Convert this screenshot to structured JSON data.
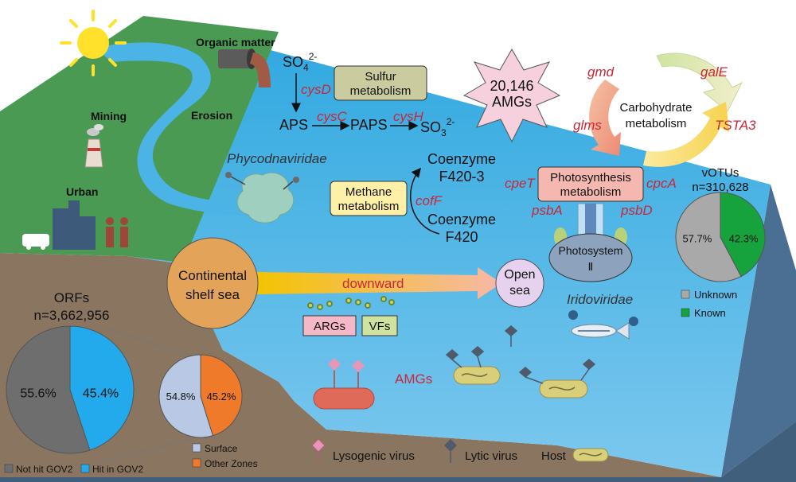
{
  "labels": {
    "organic_matter": "Organic matter",
    "erosion": "Erosion",
    "mining": "Mining",
    "urban": "Urban"
  },
  "sulfur": {
    "so4": "SO",
    "so4_sub": "4",
    "so4_sup": "2-",
    "cysD": "cysD",
    "aps": "APS",
    "cysC": "cysC",
    "paps": "PAPS",
    "cysH": "cysH",
    "so3": "SO",
    "so3_sub": "3",
    "so3_sup": "2-",
    "box_line1": "Sulfur",
    "box_line2": "metabolism"
  },
  "amgs_star": {
    "line1": "20,146",
    "line2": "AMGs"
  },
  "carbohydrate": {
    "line1": "Carbohydrate",
    "line2": "metabolism",
    "gmd": "gmd",
    "galE": "galE",
    "glms": "glms",
    "TSTA3": "TSTA3"
  },
  "phycodnaviridae": "Phycodnaviridae",
  "methane": {
    "box_line1": "Methane",
    "box_line2": "metabolism",
    "coenzyme_top1": "Coenzyme",
    "coenzyme_top2": "F420-3",
    "cofF": "cofF",
    "coenzyme_bot1": "Coenzyme",
    "coenzyme_bot2": "F420"
  },
  "photosynthesis": {
    "box_line1": "Photosynthesis",
    "box_line2": "metabolism",
    "cpeT": "cpeT",
    "cpcA": "cpcA",
    "psbA": "psbA",
    "psbD": "psbD",
    "ps_line1": "Photosystem",
    "ps_line2": "Ⅱ"
  },
  "vOTUs": {
    "title1": "vOTUs",
    "title2": "n=310,628",
    "legend": [
      "Unknown",
      "Known"
    ]
  },
  "transport": {
    "continental_line1": "Continental",
    "continental_line2": "shelf sea",
    "downward": "downward",
    "open_line1": "Open",
    "open_line2": "sea",
    "args": "ARGs",
    "vfs": "VFs"
  },
  "iridoviridae": "Iridoviridae",
  "amgs_label": "AMGs",
  "orfs": {
    "title1": "ORFs",
    "title2": "n=3,662,956",
    "legend": [
      "Not hit GOV2",
      "Hit in GOV2"
    ]
  },
  "zones": {
    "legend": [
      "Surface",
      "Other Zones"
    ]
  },
  "bottom_legend": {
    "lysogenic": "Lysogenic virus",
    "lytic": "Lytic virus",
    "host": "Host"
  },
  "colors": {
    "sea": "#4cb3e6",
    "land": "#4a9a54",
    "seafloor": "#8a7560",
    "gene_red": "#c8283a",
    "orfs_not_hit": "#6e6e6e",
    "orfs_hit": "#22aaec",
    "zones_surface": "#b9c8e4",
    "zones_other": "#ef7a2a",
    "votus_unknown": "#a9a9a9",
    "votus_known": "#16a23c"
  },
  "chart_data": [
    {
      "type": "pie",
      "title": "ORFs n=3,662,956",
      "categories": [
        "Not hit GOV2",
        "Hit in GOV2"
      ],
      "values": [
        55.6,
        45.4
      ],
      "data_labels": [
        "55.6%",
        "45.4%"
      ]
    },
    {
      "type": "pie",
      "categories": [
        "Surface",
        "Other Zones"
      ],
      "values": [
        54.8,
        45.2
      ],
      "data_labels": [
        "54.8%",
        "45.2%"
      ]
    },
    {
      "type": "pie",
      "title": "vOTUs n=310,628",
      "categories": [
        "Unknown",
        "Known"
      ],
      "values": [
        57.7,
        42.3
      ],
      "data_labels": [
        "57.7%",
        "42.3%"
      ]
    }
  ]
}
